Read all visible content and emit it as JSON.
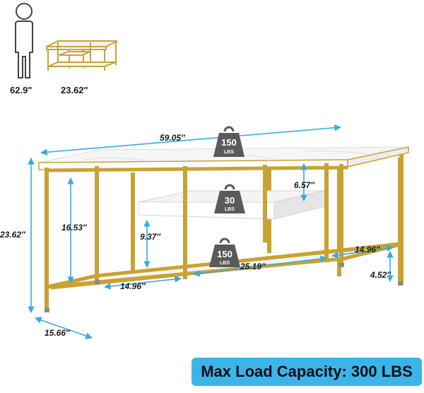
{
  "reference": {
    "person_height": "62.9\"",
    "table_height_small": "23.62\""
  },
  "dimensions": {
    "width": "59.05″",
    "height": "23.62″",
    "depth": "15.66″",
    "leg_height_left": "16.53″",
    "shelf_gap": "9.37″",
    "top_to_shelf": "6.57″",
    "center_width": "25.19″",
    "side_width_left": "14.96″",
    "side_width_right": "14.96″",
    "bottom_clearance": "4.52″"
  },
  "weights": {
    "top": {
      "value": "150",
      "unit": "LBS"
    },
    "shelf": {
      "value": "30",
      "unit": "LBS"
    },
    "bottom": {
      "value": "150",
      "unit": "LBS"
    }
  },
  "capacity_label": "Max Load Capacity: 300 LBS",
  "colors": {
    "frame_gold": "#c9a233",
    "dimension_blue": "#3aa9dd",
    "badge_blue": "#3cb4ea",
    "weight_gray": "#5a5a5a"
  },
  "icons": [
    "person-icon",
    "weight-icon",
    "tv-stand-thumbnail"
  ]
}
